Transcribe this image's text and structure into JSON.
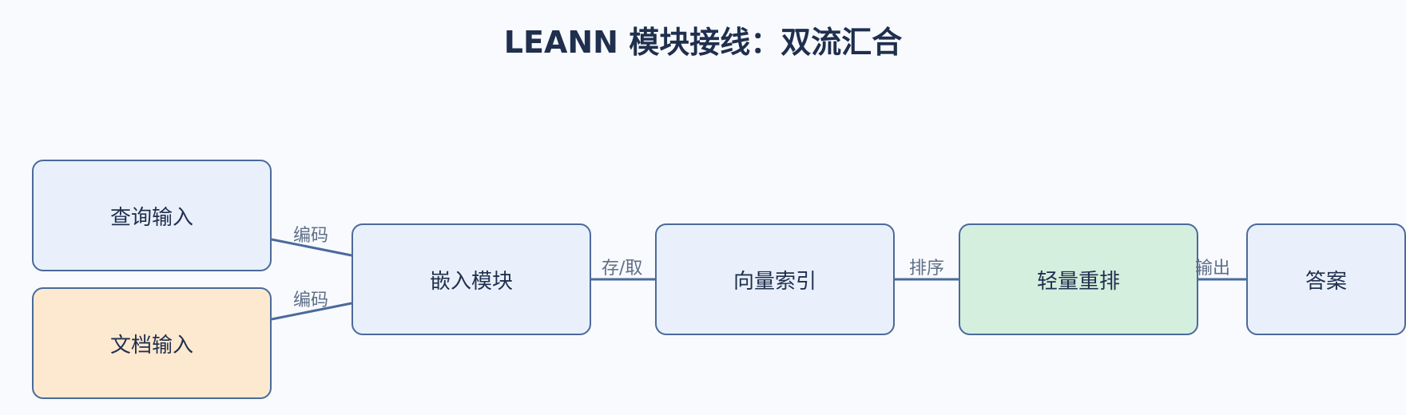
{
  "title": "LEANN 模块接线：双流汇合",
  "colors": {
    "node_blue": "#e9f0fb",
    "node_orange": "#fde9d0",
    "node_green": "#d4efde",
    "border": "#4a6a9a",
    "edge": "#4a6a9a"
  },
  "nodes": {
    "query": "查询输入",
    "doc": "文档输入",
    "embed": "嵌入模块",
    "index": "向量索引",
    "rerank": "轻量重排",
    "answer": "答案"
  },
  "edges": {
    "query_embed": "编码",
    "doc_embed": "编码",
    "embed_index": "存/取",
    "index_rerank": "排序",
    "rerank_answer": "输出"
  }
}
